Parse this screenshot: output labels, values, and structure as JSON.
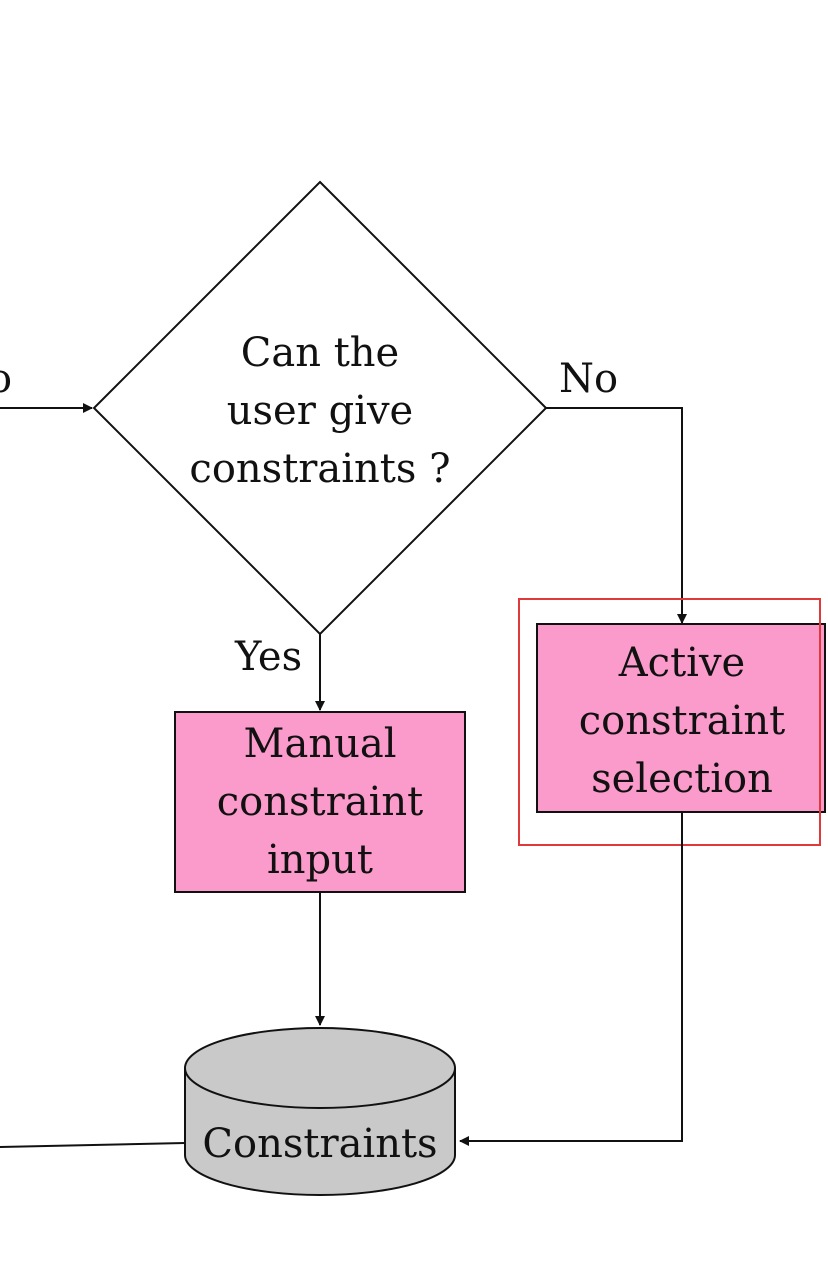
{
  "diagram": {
    "decision": {
      "lines": [
        "Can the",
        "user give",
        "constraints ?"
      ]
    },
    "manual_box": {
      "lines": [
        "Manual",
        "constraint",
        "input"
      ],
      "fill": "#fb9bcb"
    },
    "active_box": {
      "lines": [
        "Active",
        "constraint",
        "selection"
      ],
      "fill": "#fb9bcb"
    },
    "database": {
      "label": "Constraints",
      "fill": "#c9c9c9"
    },
    "edge_labels": {
      "yes": "Yes",
      "no": "No",
      "incoming_cut": "o"
    },
    "highlight_color": "#e0393b"
  }
}
